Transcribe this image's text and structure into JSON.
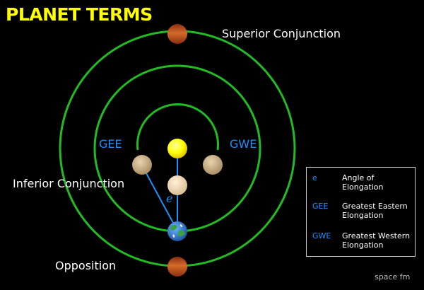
{
  "title": "PLANET TERMS",
  "labels": {
    "superior_conjunction": "Superior Conjunction",
    "inferior_conjunction": "Inferior Conjunction",
    "opposition": "Opposition",
    "gee": "GEE",
    "gwe": "GWE",
    "angle": "e"
  },
  "legend": [
    {
      "key": "e",
      "text": "Angle of Elongation"
    },
    {
      "key": "GEE",
      "text": "Greatest Eastern Elongation"
    },
    {
      "key": "GWE",
      "text": "Greatest Western Elongation"
    }
  ],
  "logo": "space fm",
  "colors": {
    "background": "#000000",
    "title": "#ffff00",
    "orbit": "#22bb22",
    "accent": "#1e90ff",
    "sun": "#ffff00",
    "inferior_planet": "#c9ad85",
    "superior_planet": "#c0501c"
  }
}
